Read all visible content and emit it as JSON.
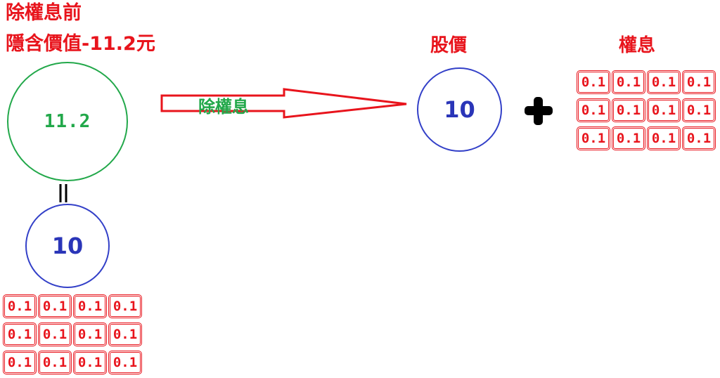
{
  "title": {
    "line1": "除權息前",
    "line2": "隱含價值-11.2元"
  },
  "left": {
    "value_circle": "11.2",
    "equals": "||",
    "price_circle": "10",
    "dividend_cells": [
      "0.1",
      "0.1",
      "0.1",
      "0.1",
      "0.1",
      "0.1",
      "0.1",
      "0.1",
      "0.1",
      "0.1",
      "0.1",
      "0.1"
    ]
  },
  "arrow": {
    "label": "除權息"
  },
  "right": {
    "price_label": "股價",
    "price_circle": "10",
    "plus": "+",
    "dividend_label": "權息",
    "dividend_cells": [
      "0.1",
      "0.1",
      "0.1",
      "0.1",
      "0.1",
      "0.1",
      "0.1",
      "0.1",
      "0.1",
      "0.1",
      "0.1",
      "0.1"
    ]
  },
  "colors": {
    "red": "#e8141c",
    "green": "#22a84a",
    "blue": "#3340c8"
  }
}
